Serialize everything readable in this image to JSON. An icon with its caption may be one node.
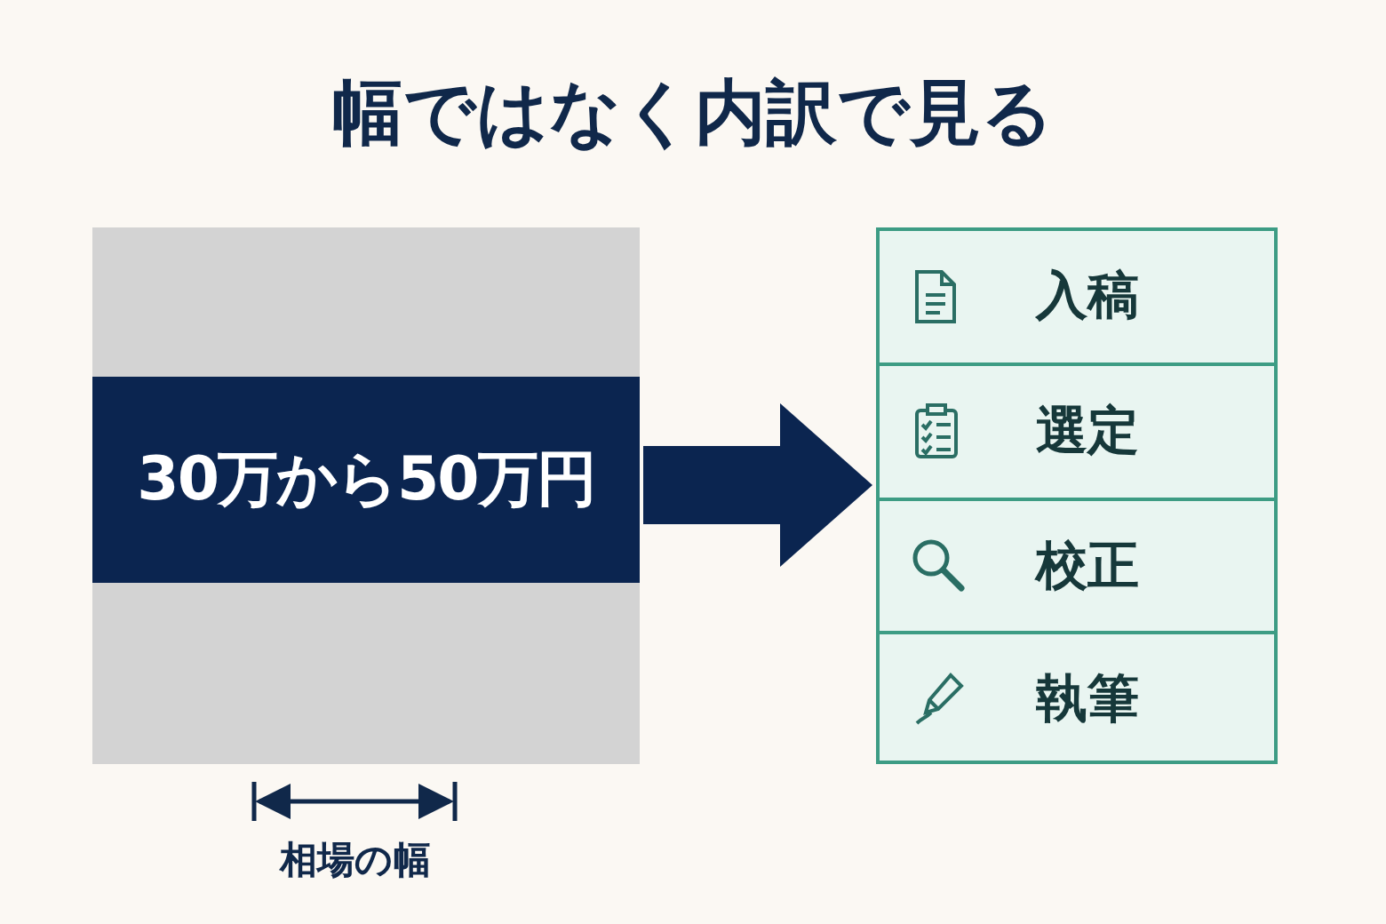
{
  "diagram": {
    "title": "幅ではなく内訳で見る",
    "nodes": [
      {
        "text": [],
        "shape": "box"
      },
      {
        "text": [
          "30万から50万円"
        ],
        "in": 0
      },
      {
        "text": [],
        "shape": "box"
      },
      {
        "text": [
          "入稿"
        ],
        "in": 2
      },
      {
        "text": [
          "選定"
        ],
        "in": 2
      },
      {
        "text": [
          "校正"
        ],
        "in": 2
      },
      {
        "text": [
          "執筆"
        ],
        "in": 2
      }
    ],
    "edges": [
      {
        "from": 0,
        "to": 2,
        "arrow": "to"
      }
    ],
    "labels": [
      "相場の幅"
    ]
  }
}
